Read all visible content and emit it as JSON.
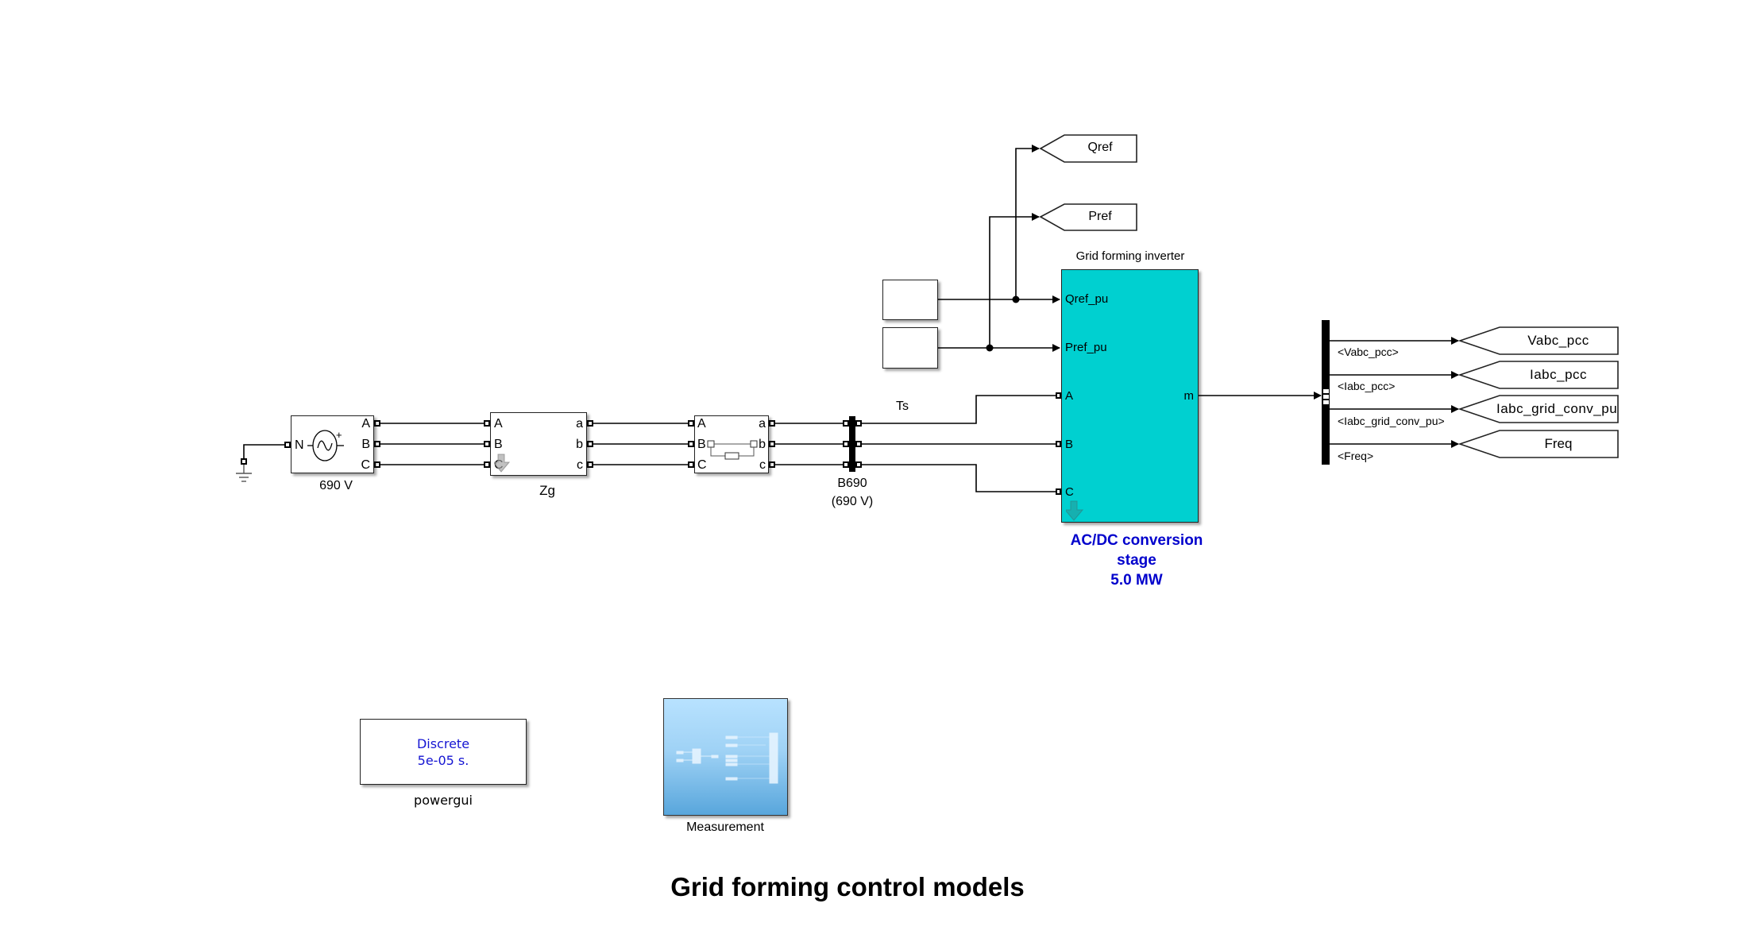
{
  "diagram": {
    "title": "Grid forming control models",
    "source": {
      "label": "690 V",
      "ports_left": [
        "N"
      ],
      "ports_right": [
        "A",
        "B",
        "C"
      ],
      "polarity": "+"
    },
    "impedance": {
      "label": "Zg",
      "ports_left": [
        "A",
        "B",
        "C"
      ],
      "ports_right": [
        "a",
        "b",
        "c"
      ]
    },
    "breaker": {
      "ports_left": [
        "A",
        "B",
        "C"
      ],
      "ports_right": [
        "a",
        "b",
        "c"
      ]
    },
    "bus": {
      "label_line1": "B690",
      "label_line2": "(690 V)"
    },
    "ts_label": "Ts",
    "inverter": {
      "top_label": "Grid forming inverter",
      "ports_left": [
        "Qref_pu",
        "Pref_pu",
        "A",
        "B",
        "C"
      ],
      "port_right": "m",
      "desc_line1": "AC/DC conversion",
      "desc_line2": "stage",
      "desc_line3": "5.0 MW",
      "fill_color": "#00D0D0",
      "desc_color": "#0000CC"
    },
    "goto_top": [
      {
        "label": "Qref"
      },
      {
        "label": "Pref"
      }
    ],
    "bus_selector": {
      "signals": [
        "<Vabc_pcc>",
        "<Iabc_pcc>",
        "<Iabc_grid_conv_pu>",
        "<Freq>"
      ]
    },
    "goto_right": [
      {
        "label": "Vabc_pcc"
      },
      {
        "label": "Iabc_pcc"
      },
      {
        "label": "Iabc_grid_conv_pu"
      },
      {
        "label": "Freq"
      }
    ],
    "powergui": {
      "line1": "Discrete",
      "line2": "5e-05 s.",
      "label": "powergui"
    },
    "measurement": {
      "label": "Measurement"
    }
  }
}
